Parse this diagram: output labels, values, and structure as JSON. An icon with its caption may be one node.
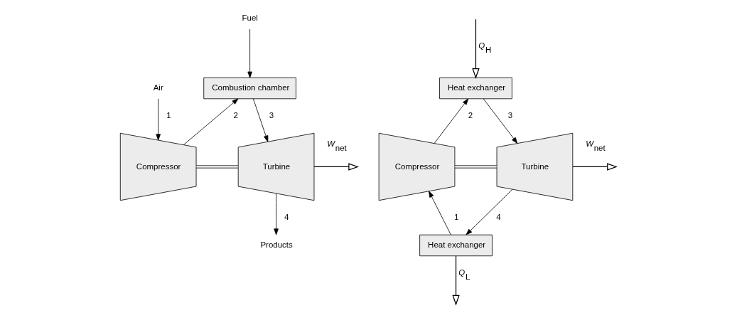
{
  "diagram": {
    "nodes": [
      {
        "text": [
          "Fuel"
        ]
      },
      {
        "text": [
          "Combustion chamber"
        ]
      },
      {
        "text": [
          "Compressor"
        ]
      },
      {
        "text": [
          "Turbine"
        ]
      },
      {
        "text": [
          "Air"
        ]
      },
      {
        "text": [
          "Products"
        ]
      },
      {
        "text": [
          "Heat exchanger"
        ]
      },
      {
        "text": [
          "Compressor"
        ]
      },
      {
        "text": [
          "Turbine"
        ]
      },
      {
        "text": [
          "Heat exchanger"
        ]
      }
    ],
    "edges": [
      {
        "from": 0,
        "to": 1,
        "arrow": "to"
      },
      {
        "from": 2,
        "to": 1,
        "arrow": "to",
        "label": "2"
      },
      {
        "from": 1,
        "to": 3,
        "arrow": "to",
        "label": "3"
      },
      {
        "from": 2,
        "to": 3,
        "arrow": "none"
      },
      {
        "from": 4,
        "to": 2,
        "arrow": "to",
        "label": "1"
      },
      {
        "from": 3,
        "to": 5,
        "arrow": "to",
        "label": "4"
      },
      {
        "from": 3,
        "to": null,
        "arrow": "to",
        "label": "*W*$_{net}$"
      },
      {
        "from": null,
        "to": 6,
        "arrow": "to",
        "label": "*Q*$_{H}$"
      },
      {
        "from": 7,
        "to": 6,
        "arrow": "to",
        "label": "2"
      },
      {
        "from": 6,
        "to": 8,
        "arrow": "to",
        "label": "3"
      },
      {
        "from": 7,
        "to": 8,
        "arrow": "none"
      },
      {
        "from": 8,
        "to": 9,
        "arrow": "to",
        "label": "4"
      },
      {
        "from": 9,
        "to": 7,
        "arrow": "to",
        "label": "1"
      },
      {
        "from": 8,
        "to": null,
        "arrow": "to",
        "label": "*W*$_{net}$"
      },
      {
        "from": 9,
        "to": null,
        "arrow": "to",
        "label": "*Q*$_{L}$"
      }
    ]
  }
}
